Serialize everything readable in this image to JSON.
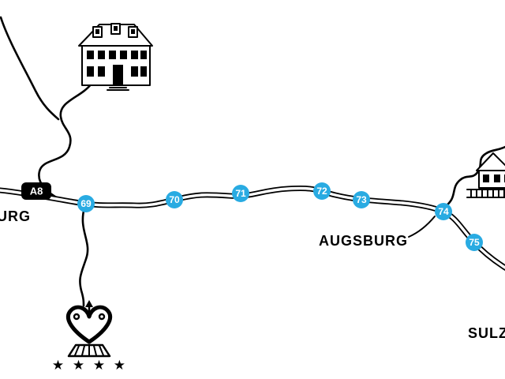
{
  "map": {
    "highway_badge": "A8",
    "labels": {
      "left_partial_city": "URG",
      "augsburg": "AUGSBURG",
      "right_partial_city": "SULZ"
    },
    "junctions": [
      {
        "label": "69"
      },
      {
        "label": "70"
      },
      {
        "label": "71"
      },
      {
        "label": "72"
      },
      {
        "label": "73"
      },
      {
        "label": "74"
      },
      {
        "label": "75"
      }
    ],
    "hotel": {
      "stars": "★ ★ ★ ★"
    },
    "colors": {
      "junction_blue": "#29abe2",
      "road_black": "#000000",
      "background": "#ffffff"
    }
  }
}
